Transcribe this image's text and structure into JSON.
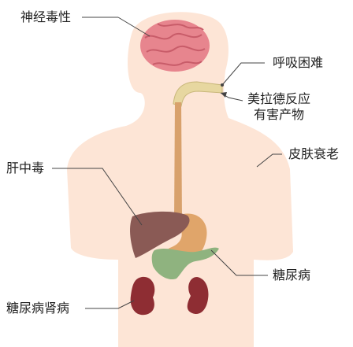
{
  "labels": {
    "neurotoxicity": "神经毒性",
    "breathing_difficulty": "呼吸困难",
    "maillard_line1": "美拉德反应",
    "maillard_line2": "有害产物",
    "skin_aging": "皮肤衰老",
    "liver_toxicity": "肝中毒",
    "diabetes": "糖尿病",
    "diabetic_nephropathy": "糖尿病肾病"
  },
  "colors": {
    "skin": "#fde5d6",
    "brain": "#e7858e",
    "airway_tube": "#e7d7a0",
    "esophagus": "#d8a16c",
    "liver": "#8a5a55",
    "stomach": "#e0a56a",
    "pancreas": "#8fb37f",
    "kidney": "#8e2d33",
    "leader_line": "#444444"
  }
}
